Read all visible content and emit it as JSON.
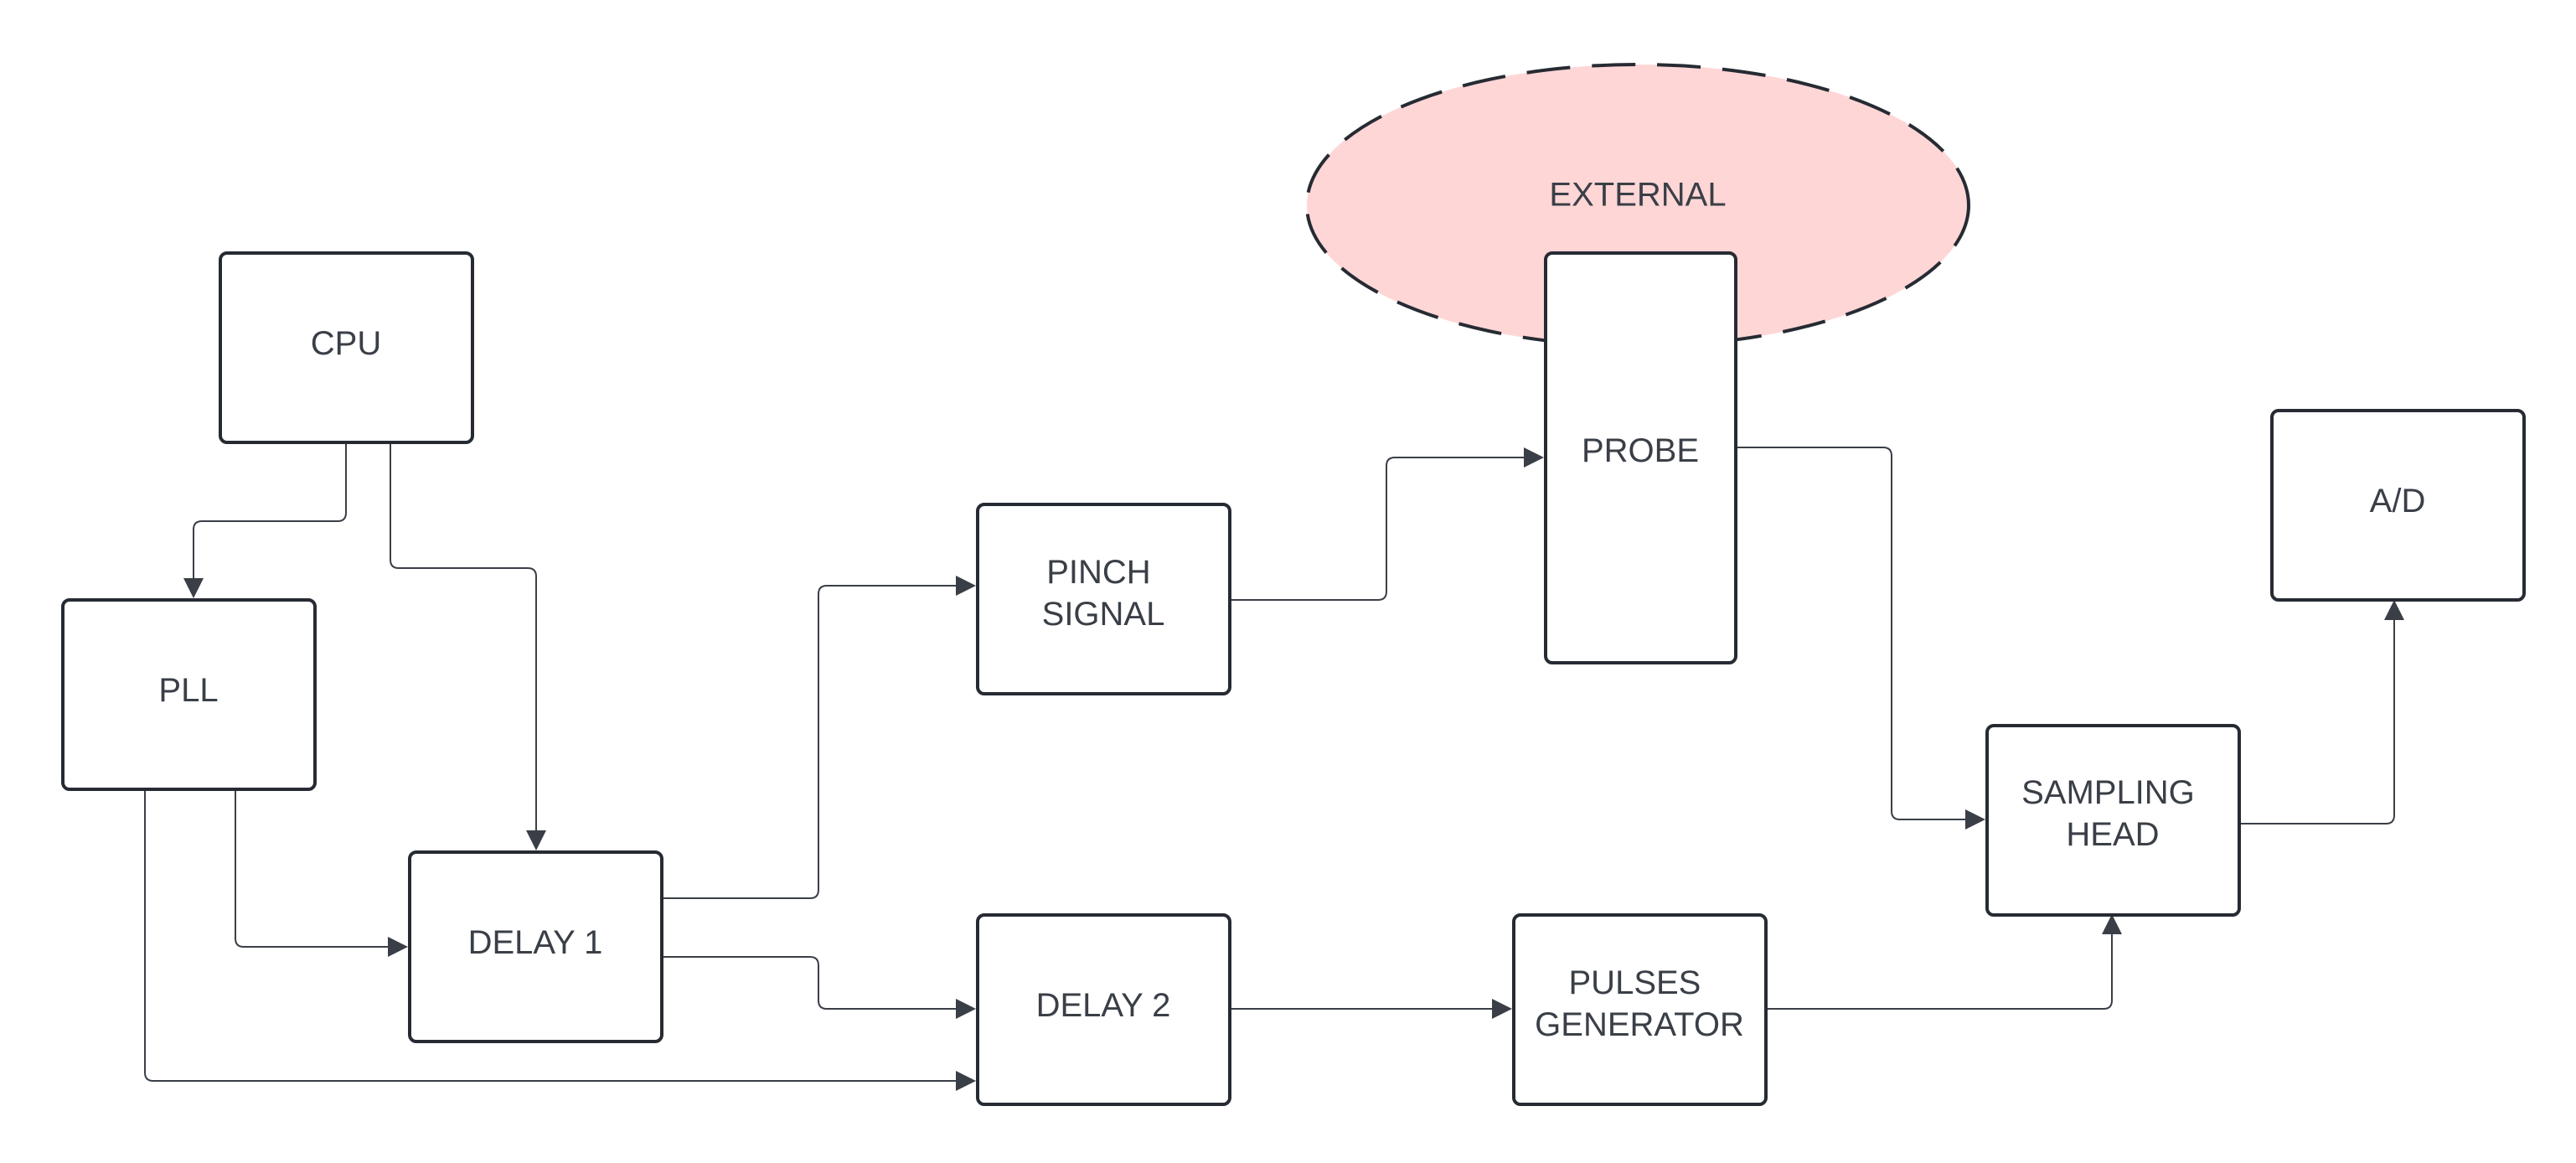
{
  "diagram": {
    "colors": {
      "node_fill": "#ffffff",
      "node_stroke": "#262b33",
      "text": "#3a3f47",
      "connector": "#3a3f47",
      "external_fill": "#ffd6d6"
    },
    "external_zone": {
      "label": "EXTERNAL"
    },
    "nodes": {
      "cpu": {
        "lines": [
          "CPU"
        ]
      },
      "pll": {
        "lines": [
          "PLL"
        ]
      },
      "delay1": {
        "lines": [
          "DELAY 1"
        ]
      },
      "delay2": {
        "lines": [
          "DELAY 2"
        ]
      },
      "pinch": {
        "lines": [
          "PINCH",
          "SIGNAL"
        ]
      },
      "probe": {
        "lines": [
          "PROBE"
        ]
      },
      "pulses": {
        "lines": [
          "PULSES",
          "GENERATOR"
        ]
      },
      "sampling": {
        "lines": [
          "SAMPLING",
          "HEAD"
        ]
      },
      "ad": {
        "lines": [
          "A/D"
        ]
      }
    },
    "connections": [
      {
        "from": "CPU",
        "to": "PLL"
      },
      {
        "from": "CPU",
        "to": "DELAY 1"
      },
      {
        "from": "PLL",
        "to": "DELAY 1"
      },
      {
        "from": "PLL",
        "to": "DELAY 2"
      },
      {
        "from": "DELAY 1",
        "to": "PINCH SIGNAL"
      },
      {
        "from": "DELAY 1",
        "to": "DELAY 2"
      },
      {
        "from": "PINCH SIGNAL",
        "to": "PROBE"
      },
      {
        "from": "PROBE",
        "to": "SAMPLING HEAD"
      },
      {
        "from": "DELAY 2",
        "to": "PULSES GENERATOR"
      },
      {
        "from": "PULSES GENERATOR",
        "to": "SAMPLING HEAD"
      },
      {
        "from": "SAMPLING HEAD",
        "to": "A/D"
      }
    ]
  }
}
